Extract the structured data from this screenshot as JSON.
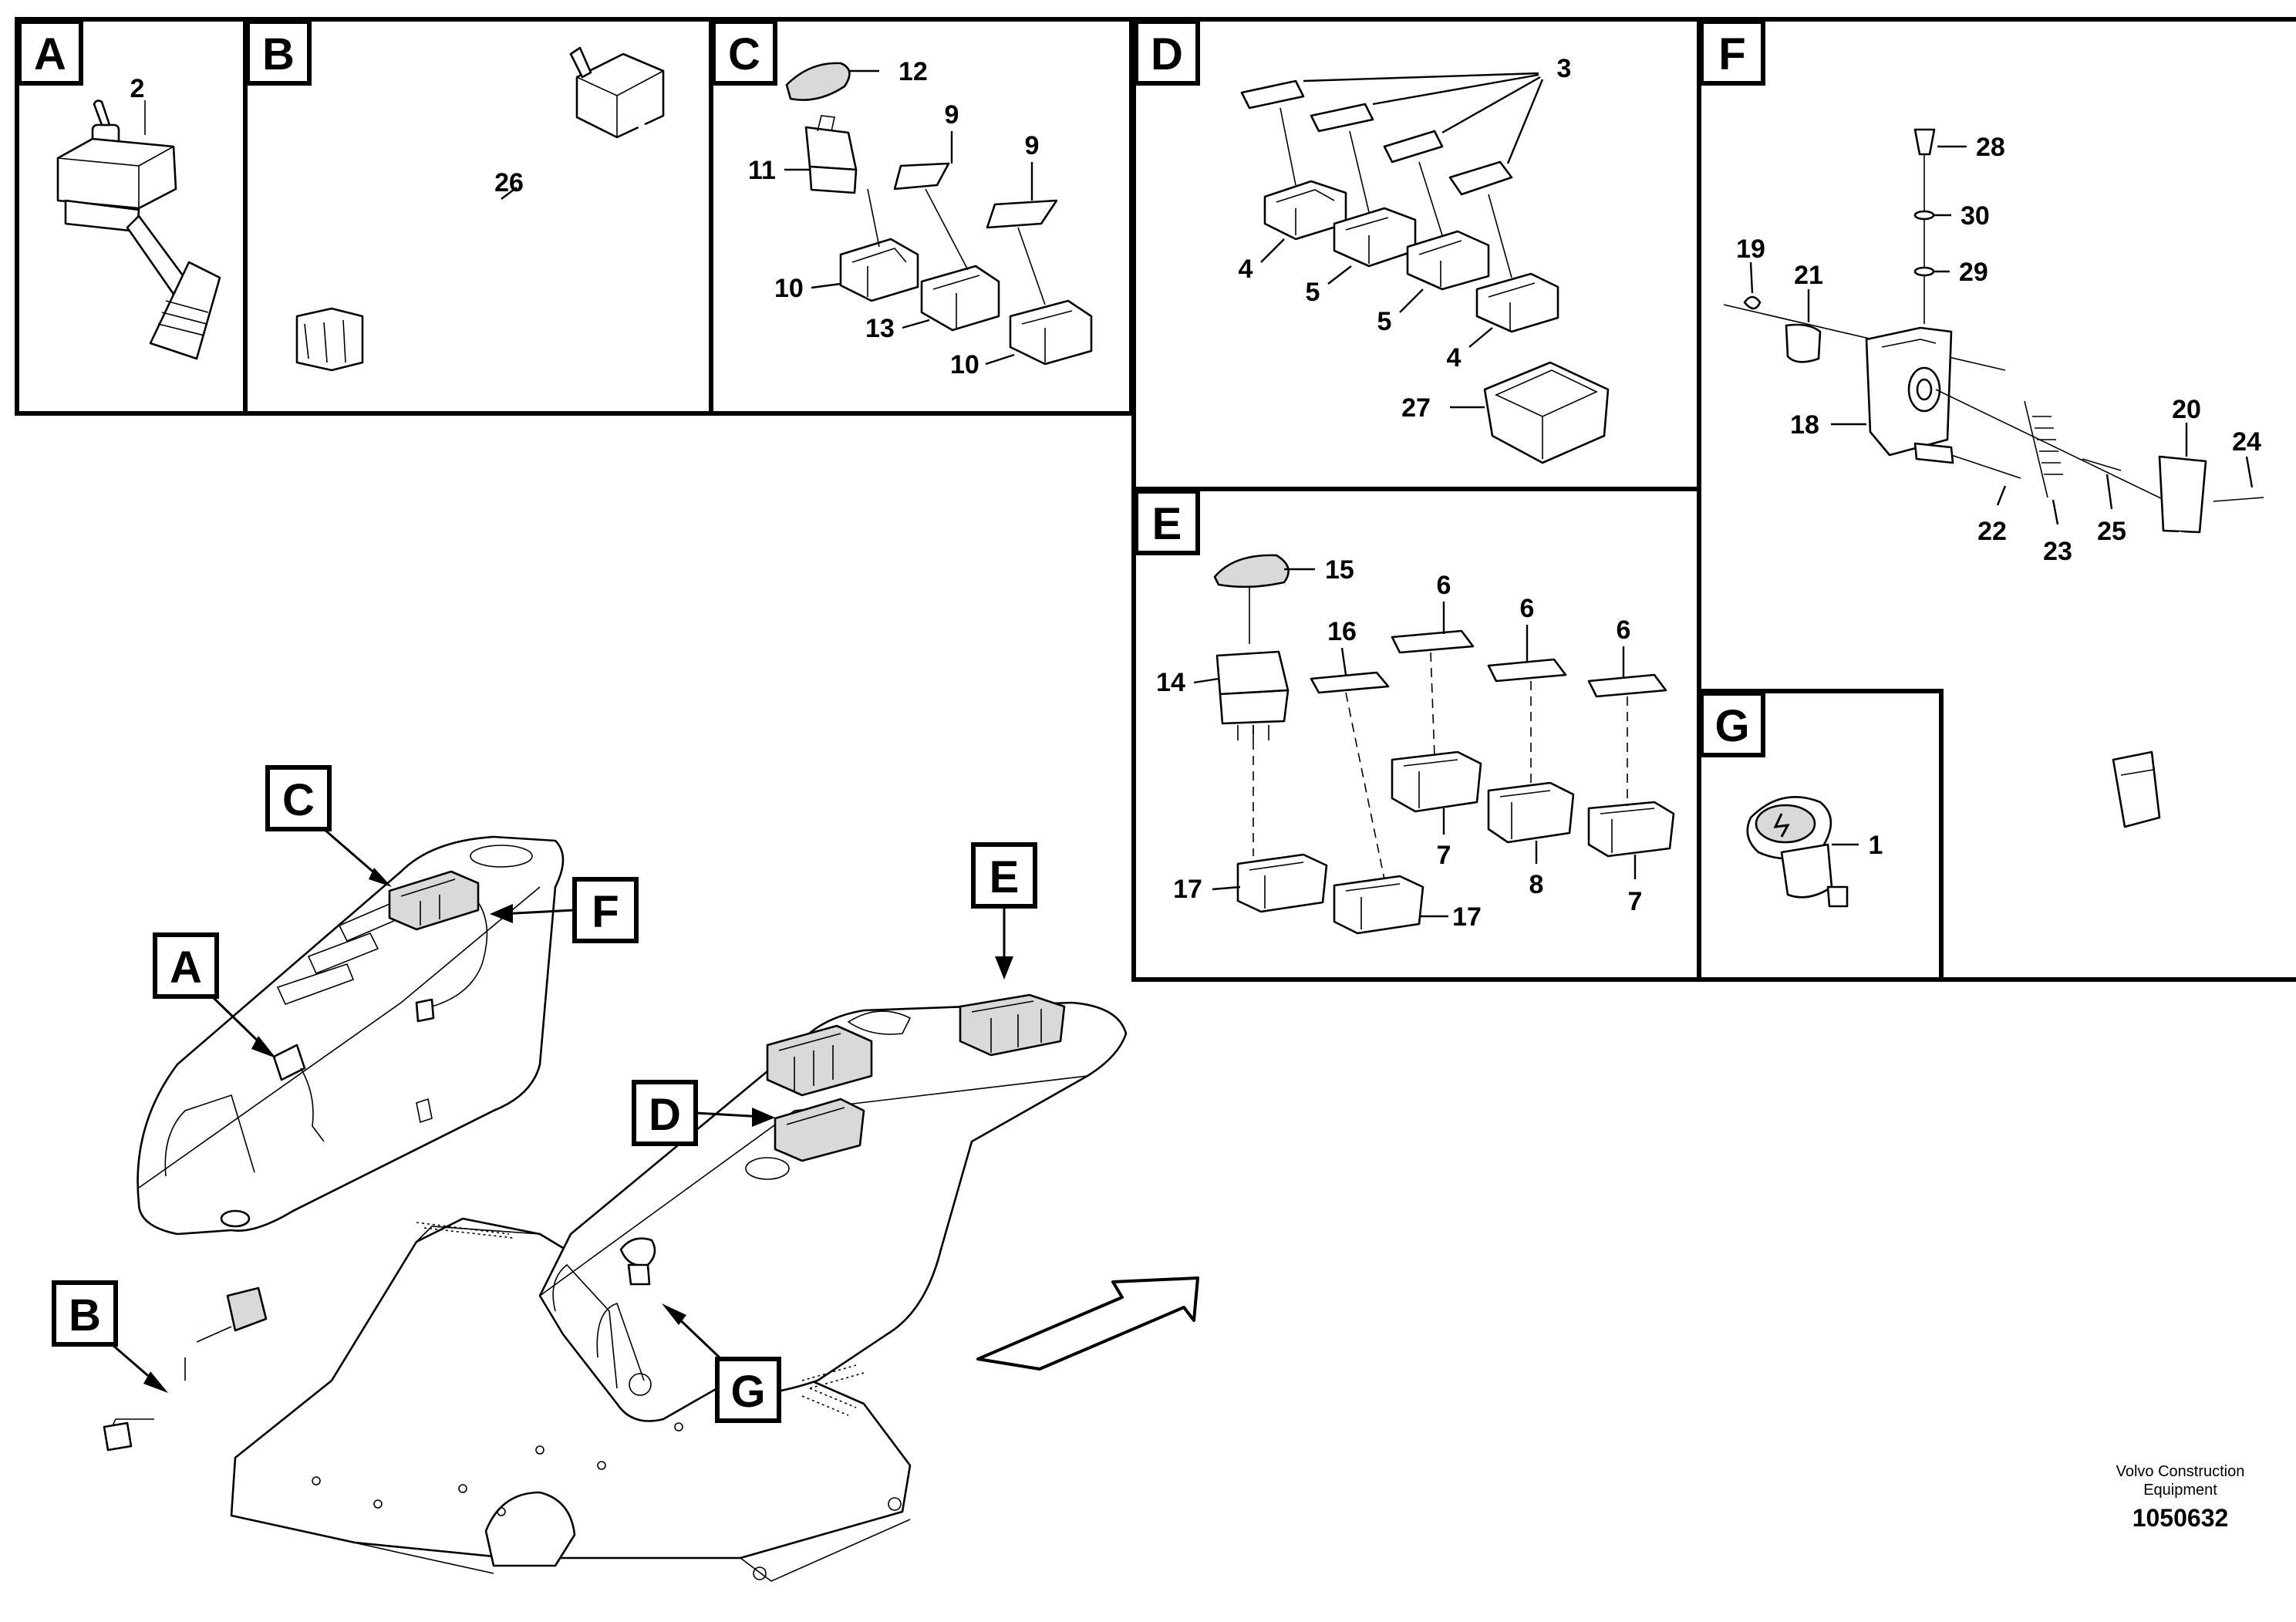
{
  "panels": {
    "A": {
      "letter": "A",
      "parts": [
        "2"
      ]
    },
    "B": {
      "letter": "B",
      "parts": [
        "26"
      ]
    },
    "C": {
      "letter": "C",
      "parts": [
        "12",
        "9",
        "9",
        "11",
        "10",
        "13",
        "10"
      ]
    },
    "D": {
      "letter": "D",
      "parts": [
        "3",
        "4",
        "5",
        "5",
        "4",
        "27"
      ]
    },
    "E": {
      "letter": "E",
      "parts": [
        "15",
        "16",
        "6",
        "6",
        "6",
        "14",
        "17",
        "17",
        "7",
        "8",
        "7"
      ]
    },
    "F": {
      "letter": "F",
      "parts": [
        "28",
        "30",
        "29",
        "19",
        "21",
        "18",
        "20",
        "24",
        "22",
        "23",
        "25"
      ]
    },
    "G": {
      "letter": "G",
      "parts": [
        "1"
      ]
    }
  },
  "callouts": [
    "C",
    "F",
    "A",
    "E",
    "D",
    "B",
    "G"
  ],
  "footer": {
    "company": "Volvo Construction Equipment",
    "drawing_number": "1050632"
  }
}
